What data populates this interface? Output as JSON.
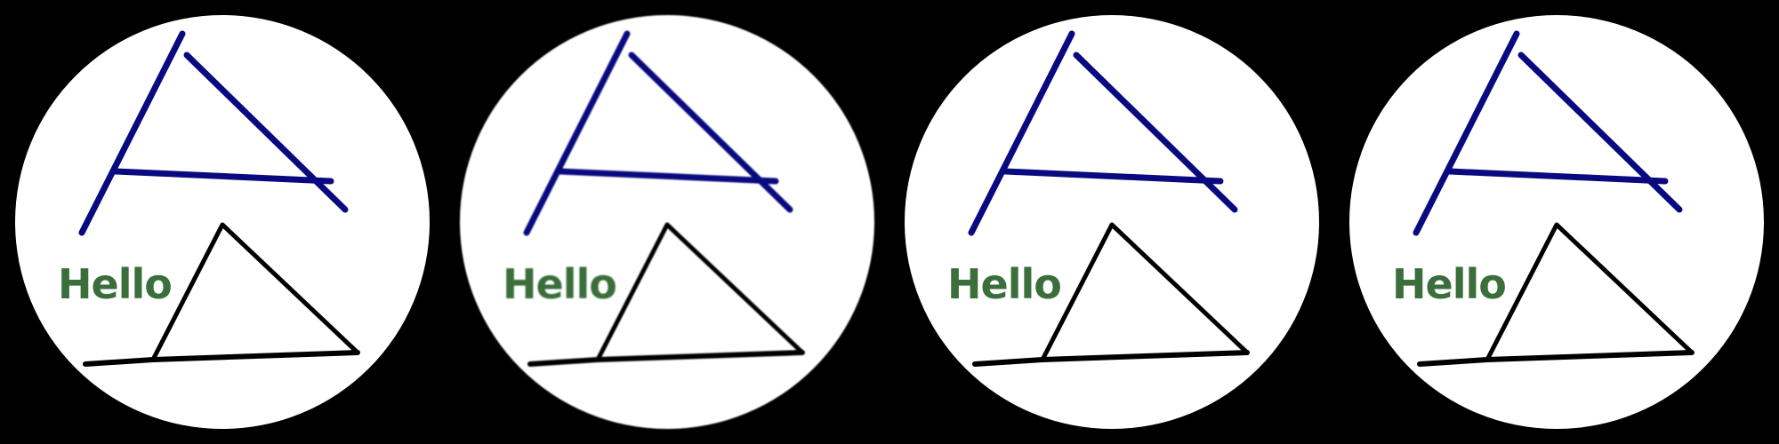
{
  "colors": {
    "background": "#000000",
    "disc": "#ffffff",
    "blue_stroke": "#0a0a80",
    "black_stroke": "#000000",
    "hello_text": "#3a6e3a"
  },
  "panels": [
    {
      "label": "Hello",
      "figure": "blue-a-lines-and-black-triangle-in-white-circle"
    },
    {
      "label": "Hello",
      "figure": "blue-a-lines-and-black-triangle-in-white-circle"
    },
    {
      "label": "Hello",
      "figure": "blue-a-lines-and-black-triangle-in-white-circle"
    },
    {
      "label": "Hello",
      "figure": "blue-a-lines-and-black-triangle-in-white-circle"
    }
  ]
}
